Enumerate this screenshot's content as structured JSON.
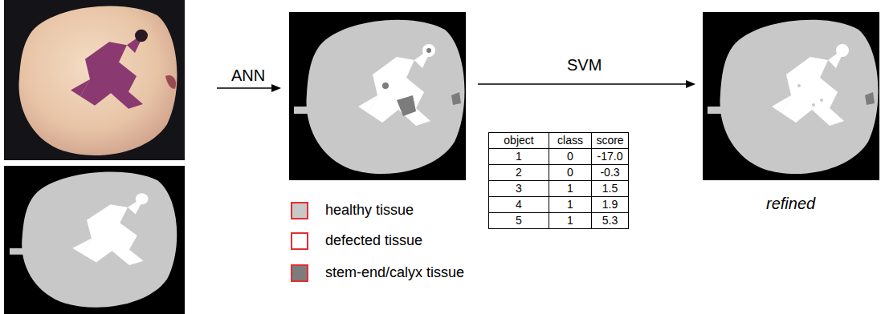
{
  "diagram": {
    "labels": [
      "ANN",
      "SVM",
      "object",
      "class",
      "score",
      "1",
      "0",
      "-17.0",
      "2",
      "0",
      "-0.3",
      "3",
      "1",
      "1.5",
      "4",
      "1",
      "1.9",
      "5",
      "1",
      "5.3",
      "refined"
    ],
    "legend": [
      {
        "text": "healthy tissue",
        "color": "#c8c8c8"
      },
      {
        "text": "defected tissue",
        "color": "#ffffff"
      },
      {
        "text": "stem-end/calyx tissue",
        "color": "#7c7c7c"
      }
    ]
  }
}
